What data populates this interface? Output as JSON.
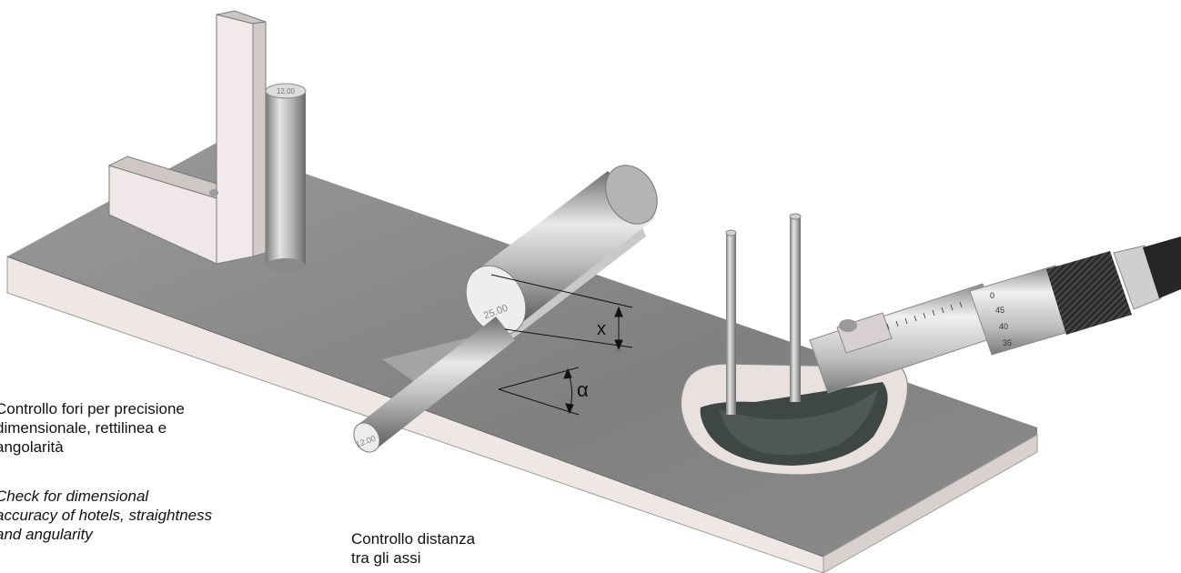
{
  "captions": {
    "bore_check_it": "Controllo fori per precisione\ndimensionale, rettilinea e\nangolarità",
    "bore_check_en": "Check for dimensional\naccuracy of hotels, straightness\nand angularity",
    "center_distance_it": "Controllo distanza\ntra gli assi"
  },
  "labels": {
    "distance_symbol": "x",
    "angle_symbol": "α",
    "large_pin_size": "25.00",
    "small_pin_size": "12.00",
    "vertical_pin_size": "12.00"
  },
  "micrometer_scale": [
    "0",
    "45",
    "40",
    "35"
  ],
  "colors": {
    "plate_top": "#8a8a8a",
    "plate_side": "#ede4e4",
    "steel": "#b9b9b9",
    "anvil_dark": "#3f4744",
    "knurl": "#2a2a2a"
  }
}
